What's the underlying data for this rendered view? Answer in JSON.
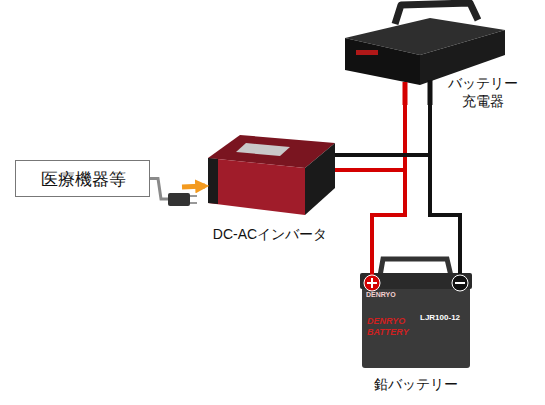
{
  "diagram": {
    "nodes": [
      {
        "text": [
          "医療機器等"
        ]
      },
      {
        "text": [
          "DC-ACインバータ"
        ]
      },
      {
        "text": [
          "バッテリー 充電器"
        ]
      },
      {
        "text": [
          "鉛バッテリー"
        ]
      }
    ],
    "edges": [
      {
        "from": 0,
        "to": 1,
        "arrow": "to"
      },
      {
        "from": 2,
        "to": 3,
        "arrow": "none"
      },
      {
        "from": 1,
        "to": 3,
        "arrow": "none"
      }
    ],
    "labels": [
      "DENRYO",
      "DENRYO BATTERY",
      "LJR100-12"
    ]
  }
}
